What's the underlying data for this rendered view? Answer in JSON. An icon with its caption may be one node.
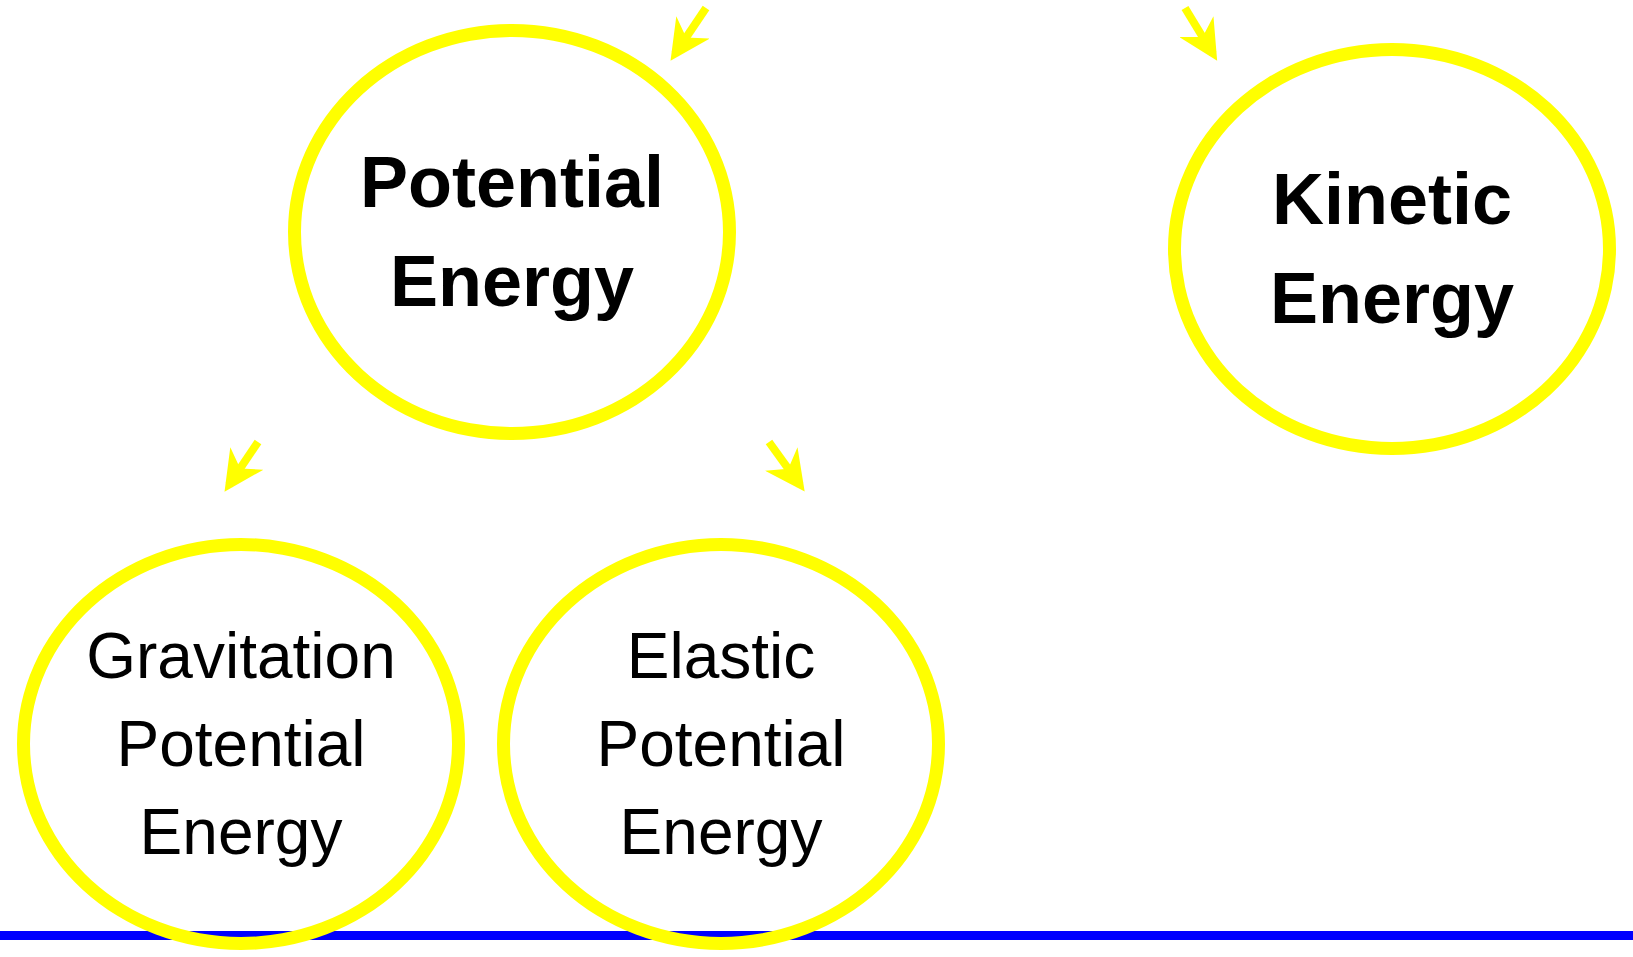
{
  "diagram": {
    "nodes": [
      {
        "text": [
          "Potential Energy"
        ]
      },
      {
        "text": [
          "Kinetic Energy"
        ]
      },
      {
        "text": [
          "Gravitation Potential Energy"
        ]
      },
      {
        "text": [
          "Elastic Potential Energy"
        ]
      }
    ],
    "edges": [
      {
        "from": null,
        "to": 0,
        "arrow": "to"
      },
      {
        "from": null,
        "to": 1,
        "arrow": "to"
      },
      {
        "from": null,
        "to": 2,
        "arrow": "to"
      },
      {
        "from": null,
        "to": 3,
        "arrow": "to"
      }
    ]
  }
}
